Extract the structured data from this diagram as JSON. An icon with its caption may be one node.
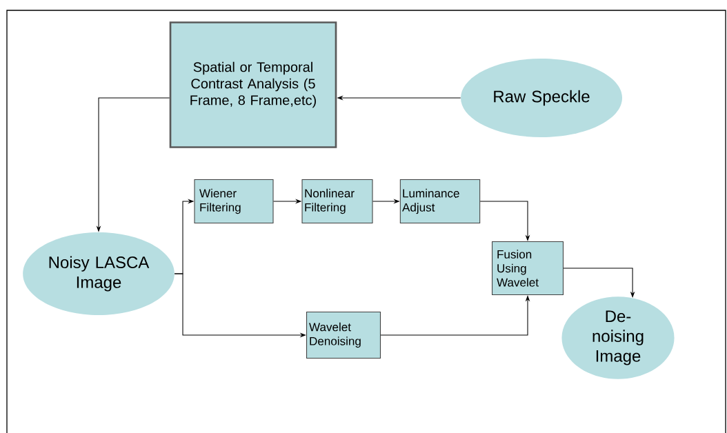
{
  "diagram": {
    "nodes": [
      {
        "text": [
          "Spatial or Temporal Contrast Analysis (5 Frame, 8 Frame,etc)"
        ]
      },
      {
        "text": [
          "Raw Speckle"
        ]
      },
      {
        "text": [
          "Noisy LASCA Image"
        ]
      },
      {
        "text": [
          "Wiener Filtering"
        ]
      },
      {
        "text": [
          "Nonlinear Filtering"
        ]
      },
      {
        "text": [
          "Luminance Adjust"
        ]
      },
      {
        "text": [
          "Fusion Using Wavelet"
        ]
      },
      {
        "text": [
          "Wavelet Denoising"
        ]
      },
      {
        "text": [
          "De-noising Image"
        ]
      }
    ],
    "edges": [
      {
        "from": 1,
        "to": 0,
        "arrow": "to"
      },
      {
        "from": 0,
        "to": 2,
        "arrow": "to"
      },
      {
        "from": 2,
        "to": 3,
        "arrow": "to"
      },
      {
        "from": 2,
        "to": 7,
        "arrow": "to"
      },
      {
        "from": 3,
        "to": 4,
        "arrow": "to"
      },
      {
        "from": 4,
        "to": 5,
        "arrow": "to"
      },
      {
        "from": 5,
        "to": 6,
        "arrow": "to"
      },
      {
        "from": 7,
        "to": 6,
        "arrow": "to"
      },
      {
        "from": 6,
        "to": 8,
        "arrow": "to"
      }
    ]
  }
}
